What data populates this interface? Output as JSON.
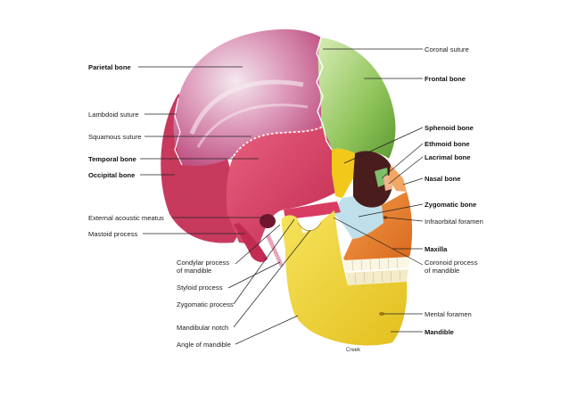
{
  "labels_left": [
    {
      "text": "Parietal bone",
      "bold": true
    },
    {
      "text": "Lambdoid suture",
      "bold": false
    },
    {
      "text": "Squamous suture",
      "bold": false
    },
    {
      "text": "Temporal bone",
      "bold": true
    },
    {
      "text": "Occipital bone",
      "bold": true
    },
    {
      "text": "External acoustic meatus",
      "bold": false
    },
    {
      "text": "Mastoid process",
      "bold": false
    }
  ],
  "labels_right": [
    {
      "text": "Coronal suture",
      "bold": false
    },
    {
      "text": "Frontal bone",
      "bold": true
    },
    {
      "text": "Sphenoid bone",
      "bold": true
    },
    {
      "text": "Ethmoid bone",
      "bold": true
    },
    {
      "text": "Lacrimal bone",
      "bold": true
    },
    {
      "text": "Nasal bone",
      "bold": true
    },
    {
      "text": "Zygomatic bone",
      "bold": true
    },
    {
      "text": "Infraorbital foramen",
      "bold": false
    },
    {
      "text": "Maxilla",
      "bold": true
    },
    {
      "text": "Coronoid process",
      "line2": "of mandible",
      "bold": false
    },
    {
      "text": "Mental foramen",
      "bold": false
    },
    {
      "text": "Mandible",
      "bold": true
    }
  ],
  "labels_bottom": [
    {
      "text": "Condylar process",
      "line2": "of mandible"
    },
    {
      "text": "Styloid process"
    },
    {
      "text": "Zygomatic process"
    },
    {
      "text": "Mandibular notch"
    },
    {
      "text": "Angle of mandible"
    }
  ],
  "credit": "Creek",
  "colors": {
    "parietal": "#c9568a",
    "frontal": "#8fc45a",
    "temporal": "#d93c63",
    "occipital": "#c73a5e",
    "sphenoid": "#f2c81b",
    "zygomatic": "#bfe0ea",
    "maxilla": "#e47a26",
    "mandible": "#f0d52e"
  }
}
